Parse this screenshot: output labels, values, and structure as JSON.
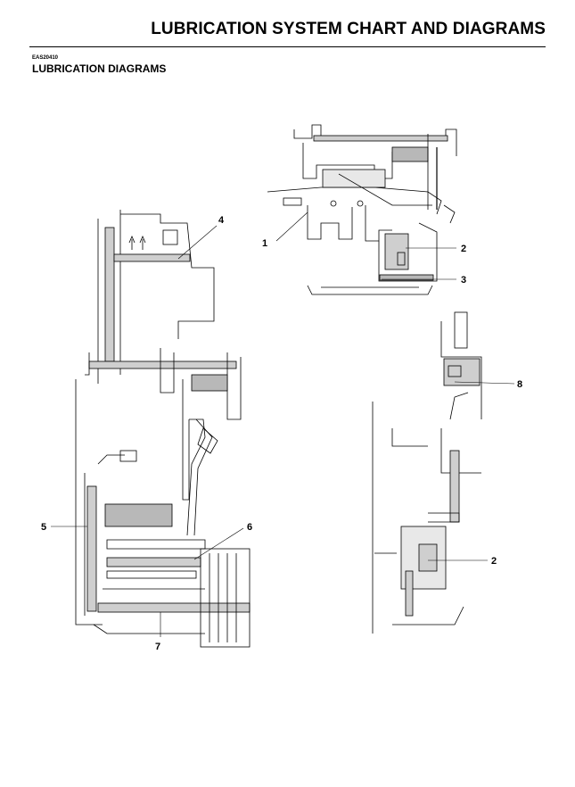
{
  "header": {
    "title": "LUBRICATION SYSTEM CHART AND DIAGRAMS"
  },
  "section": {
    "code": "EAS20410",
    "title": "LUBRICATION DIAGRAMS"
  },
  "callouts": {
    "c1": "1",
    "c2a": "2",
    "c3": "3",
    "c4": "4",
    "c5": "5",
    "c6": "6",
    "c7": "7",
    "c8": "8",
    "c2b": "2"
  },
  "colors": {
    "line": "#000000",
    "oil_passage": "#cfcfcf",
    "oil_fill": "#b8b8b8"
  }
}
